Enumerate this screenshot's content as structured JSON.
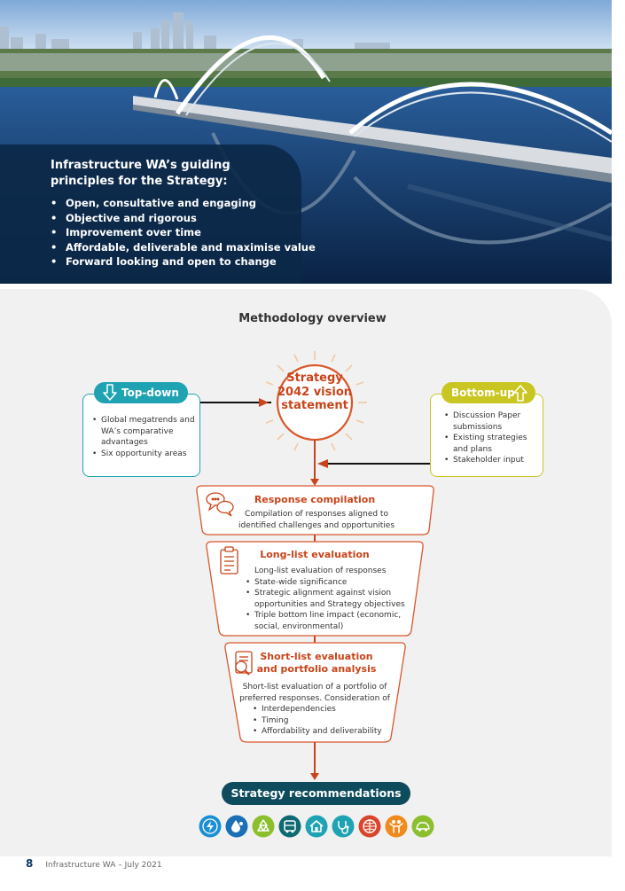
{
  "principles": {
    "title": "Infrastructure WA’s guiding principles for the Strategy:",
    "items": [
      "Open, consultative and engaging",
      "Objective and rigorous",
      "Improvement over time",
      "Affordable, deliverable and maximise value",
      "Forward looking and open to change"
    ]
  },
  "methodology": {
    "title": "Methodology overview",
    "vision": "Strategy 2042 vision statement",
    "top_down": {
      "label": "Top-down",
      "items": [
        "Global megatrends and WA’s comparative advantages",
        "Six opportunity areas"
      ]
    },
    "bottom_up": {
      "label": "Bottom-up",
      "items": [
        "Discussion Paper submissions",
        "Existing strategies and plans",
        "Stakeholder input"
      ]
    },
    "stages": [
      {
        "title": "Response compilation",
        "text": "Compilation of responses aligned to identified challenges and opportunities",
        "items": []
      },
      {
        "title": "Long-list evaluation",
        "text": "Long-list evaluation of responses",
        "items": [
          "State-wide significance",
          "Strategic alignment against vision opportunities and Strategy objectives",
          "Triple bottom line impact (economic, social, environmental)"
        ]
      },
      {
        "title": "Short-list evaluation and portfolio analysis",
        "text": "Short-list evaluation of a portfolio of preferred responses. Consideration of",
        "items": [
          "Interdependencies",
          "Timing",
          "Affordability and deliverability"
        ]
      }
    ],
    "recommendations": "Strategy recommendations",
    "icons": [
      {
        "name": "energy-icon",
        "color": "#1b8fd3"
      },
      {
        "name": "water-icon",
        "color": "#1a6fb5"
      },
      {
        "name": "recycling-icon",
        "color": "#8bbf2e"
      },
      {
        "name": "transport-icon",
        "color": "#0e6a72"
      },
      {
        "name": "housing-icon",
        "color": "#1fa3b2"
      },
      {
        "name": "health-icon",
        "color": "#1fa3b2"
      },
      {
        "name": "digital-icon",
        "color": "#d9452a"
      },
      {
        "name": "community-icon",
        "color": "#ef8a1d"
      },
      {
        "name": "vehicle-icon",
        "color": "#8bbf2e"
      }
    ]
  },
  "footer": {
    "page": "8",
    "org": "Infrastructure WA",
    "date": "– July 2021"
  },
  "colors": {
    "navy": "#0c2848",
    "accent": "#c8441a",
    "teal": "#1fa3b2",
    "lime": "#c9c621",
    "dark_teal": "#0e4c5d"
  }
}
